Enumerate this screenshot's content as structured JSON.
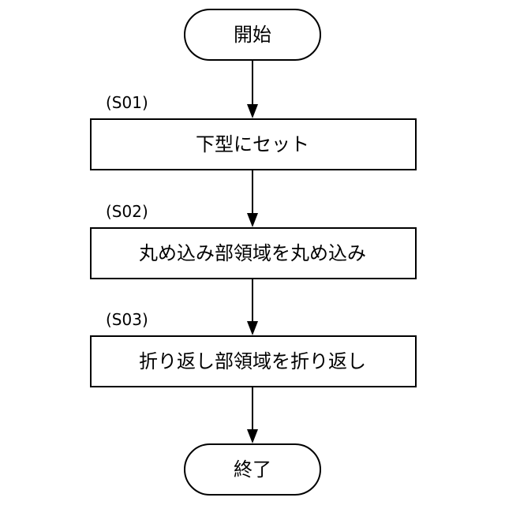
{
  "flowchart": {
    "start": {
      "label": "開始"
    },
    "steps": [
      {
        "id": "(S01)",
        "label": "下型にセット"
      },
      {
        "id": "(S02)",
        "label": "丸め込み部領域を丸め込み"
      },
      {
        "id": "(S03)",
        "label": "折り返し部領域を折り返し"
      }
    ],
    "end": {
      "label": "終了"
    }
  }
}
